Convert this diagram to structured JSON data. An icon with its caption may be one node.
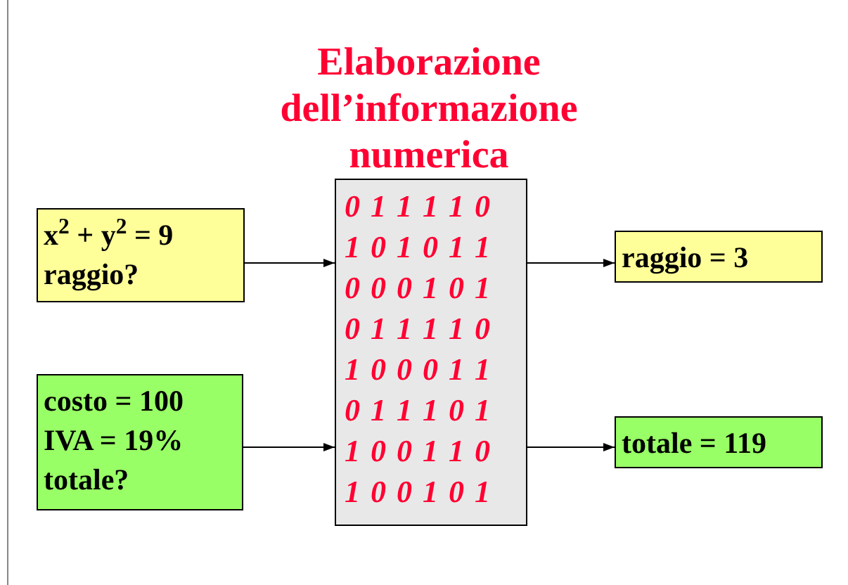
{
  "diagram": {
    "title": "Elaborazione dell’informazione numerica",
    "nodes": [
      {
        "text": [
          "x$^{2}$ + y$^{2}$ = 9",
          "raggio?"
        ]
      },
      {
        "text": [
          "costo = 100",
          "IVA = 19%",
          "totale?"
        ]
      },
      {
        "text": [
          "0 1 1 1 1 0",
          "1 0 1 0 1 1",
          "0 0 0 1 0 1",
          "0 1 1 1 1 0",
          "1 0 0 0 1 1",
          "0 1 1 1 0 1",
          "1 0 0 1 1 0",
          "1 0 0 1 0 1"
        ]
      },
      {
        "text": [
          "raggio = 3"
        ]
      },
      {
        "text": [
          "totale = 119"
        ]
      }
    ],
    "edges": [
      {
        "from": 0,
        "to": 2,
        "arrow": "to"
      },
      {
        "from": 1,
        "to": 2,
        "arrow": "to"
      },
      {
        "from": 2,
        "to": 3,
        "arrow": "to"
      },
      {
        "from": 2,
        "to": 4,
        "arrow": "to"
      }
    ]
  }
}
